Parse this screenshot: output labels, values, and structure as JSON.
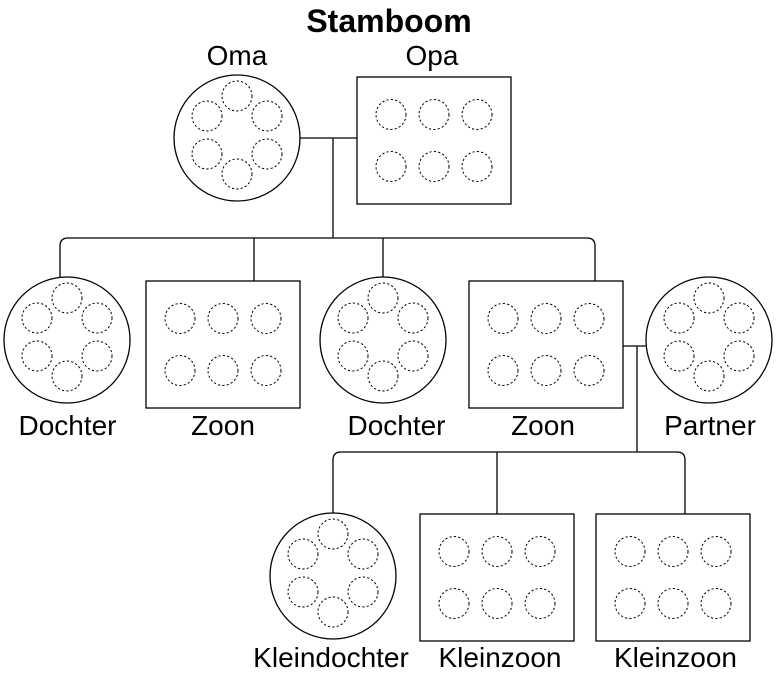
{
  "diagram": {
    "title": "Stamboom",
    "members": {
      "oma": {
        "label": "Oma",
        "shape": "circle"
      },
      "opa": {
        "label": "Opa",
        "shape": "square"
      },
      "dochter1": {
        "label": "Dochter",
        "shape": "circle"
      },
      "zoon1": {
        "label": "Zoon",
        "shape": "square"
      },
      "dochter2": {
        "label": "Dochter",
        "shape": "circle"
      },
      "zoon2": {
        "label": "Zoon",
        "shape": "square"
      },
      "partner": {
        "label": "Partner",
        "shape": "circle"
      },
      "kleindochter": {
        "label": "Kleindochter",
        "shape": "circle"
      },
      "kleinzoon1": {
        "label": "Kleinzoon",
        "shape": "square"
      },
      "kleinzoon2": {
        "label": "Kleinzoon",
        "shape": "square"
      }
    },
    "colors": {
      "line": "#000000",
      "background": "#ffffff"
    }
  }
}
